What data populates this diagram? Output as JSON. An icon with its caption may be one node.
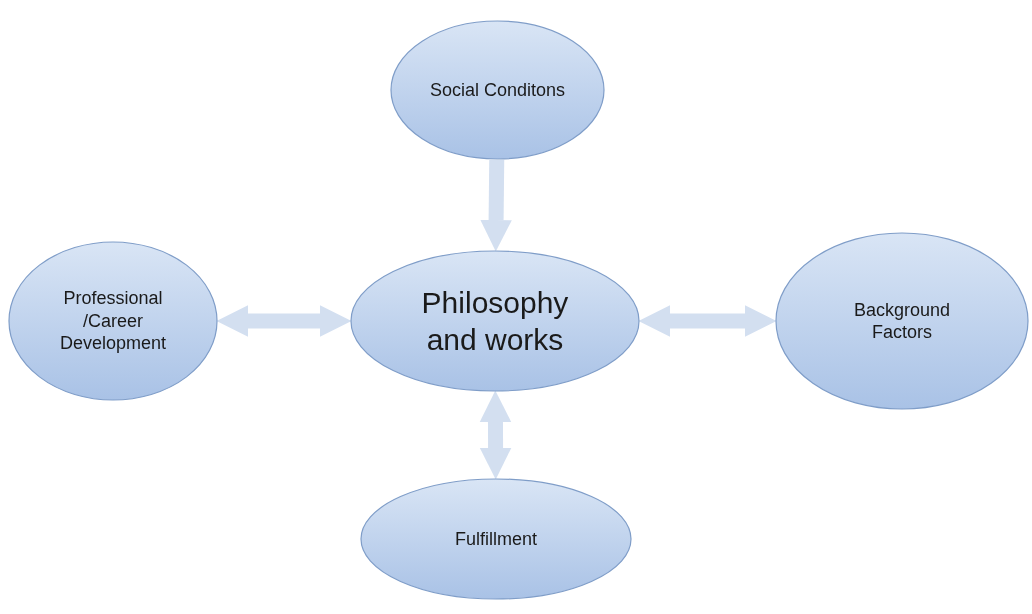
{
  "diagram": {
    "nodes": [
      {
        "text": [
          "Social Conditons"
        ]
      },
      {
        "text": [
          "Professional /Career Development"
        ]
      },
      {
        "text": [
          "Philosophy and works"
        ]
      },
      {
        "text": [
          "Background Factors"
        ]
      },
      {
        "text": [
          "Fulfillment"
        ]
      }
    ],
    "edges": [
      {
        "from": 0,
        "to": 2,
        "arrow": "to"
      },
      {
        "from": 1,
        "to": 2,
        "arrow": "both"
      },
      {
        "from": 2,
        "to": 3,
        "arrow": "both"
      },
      {
        "from": 2,
        "to": 4,
        "arrow": "both"
      }
    ]
  }
}
